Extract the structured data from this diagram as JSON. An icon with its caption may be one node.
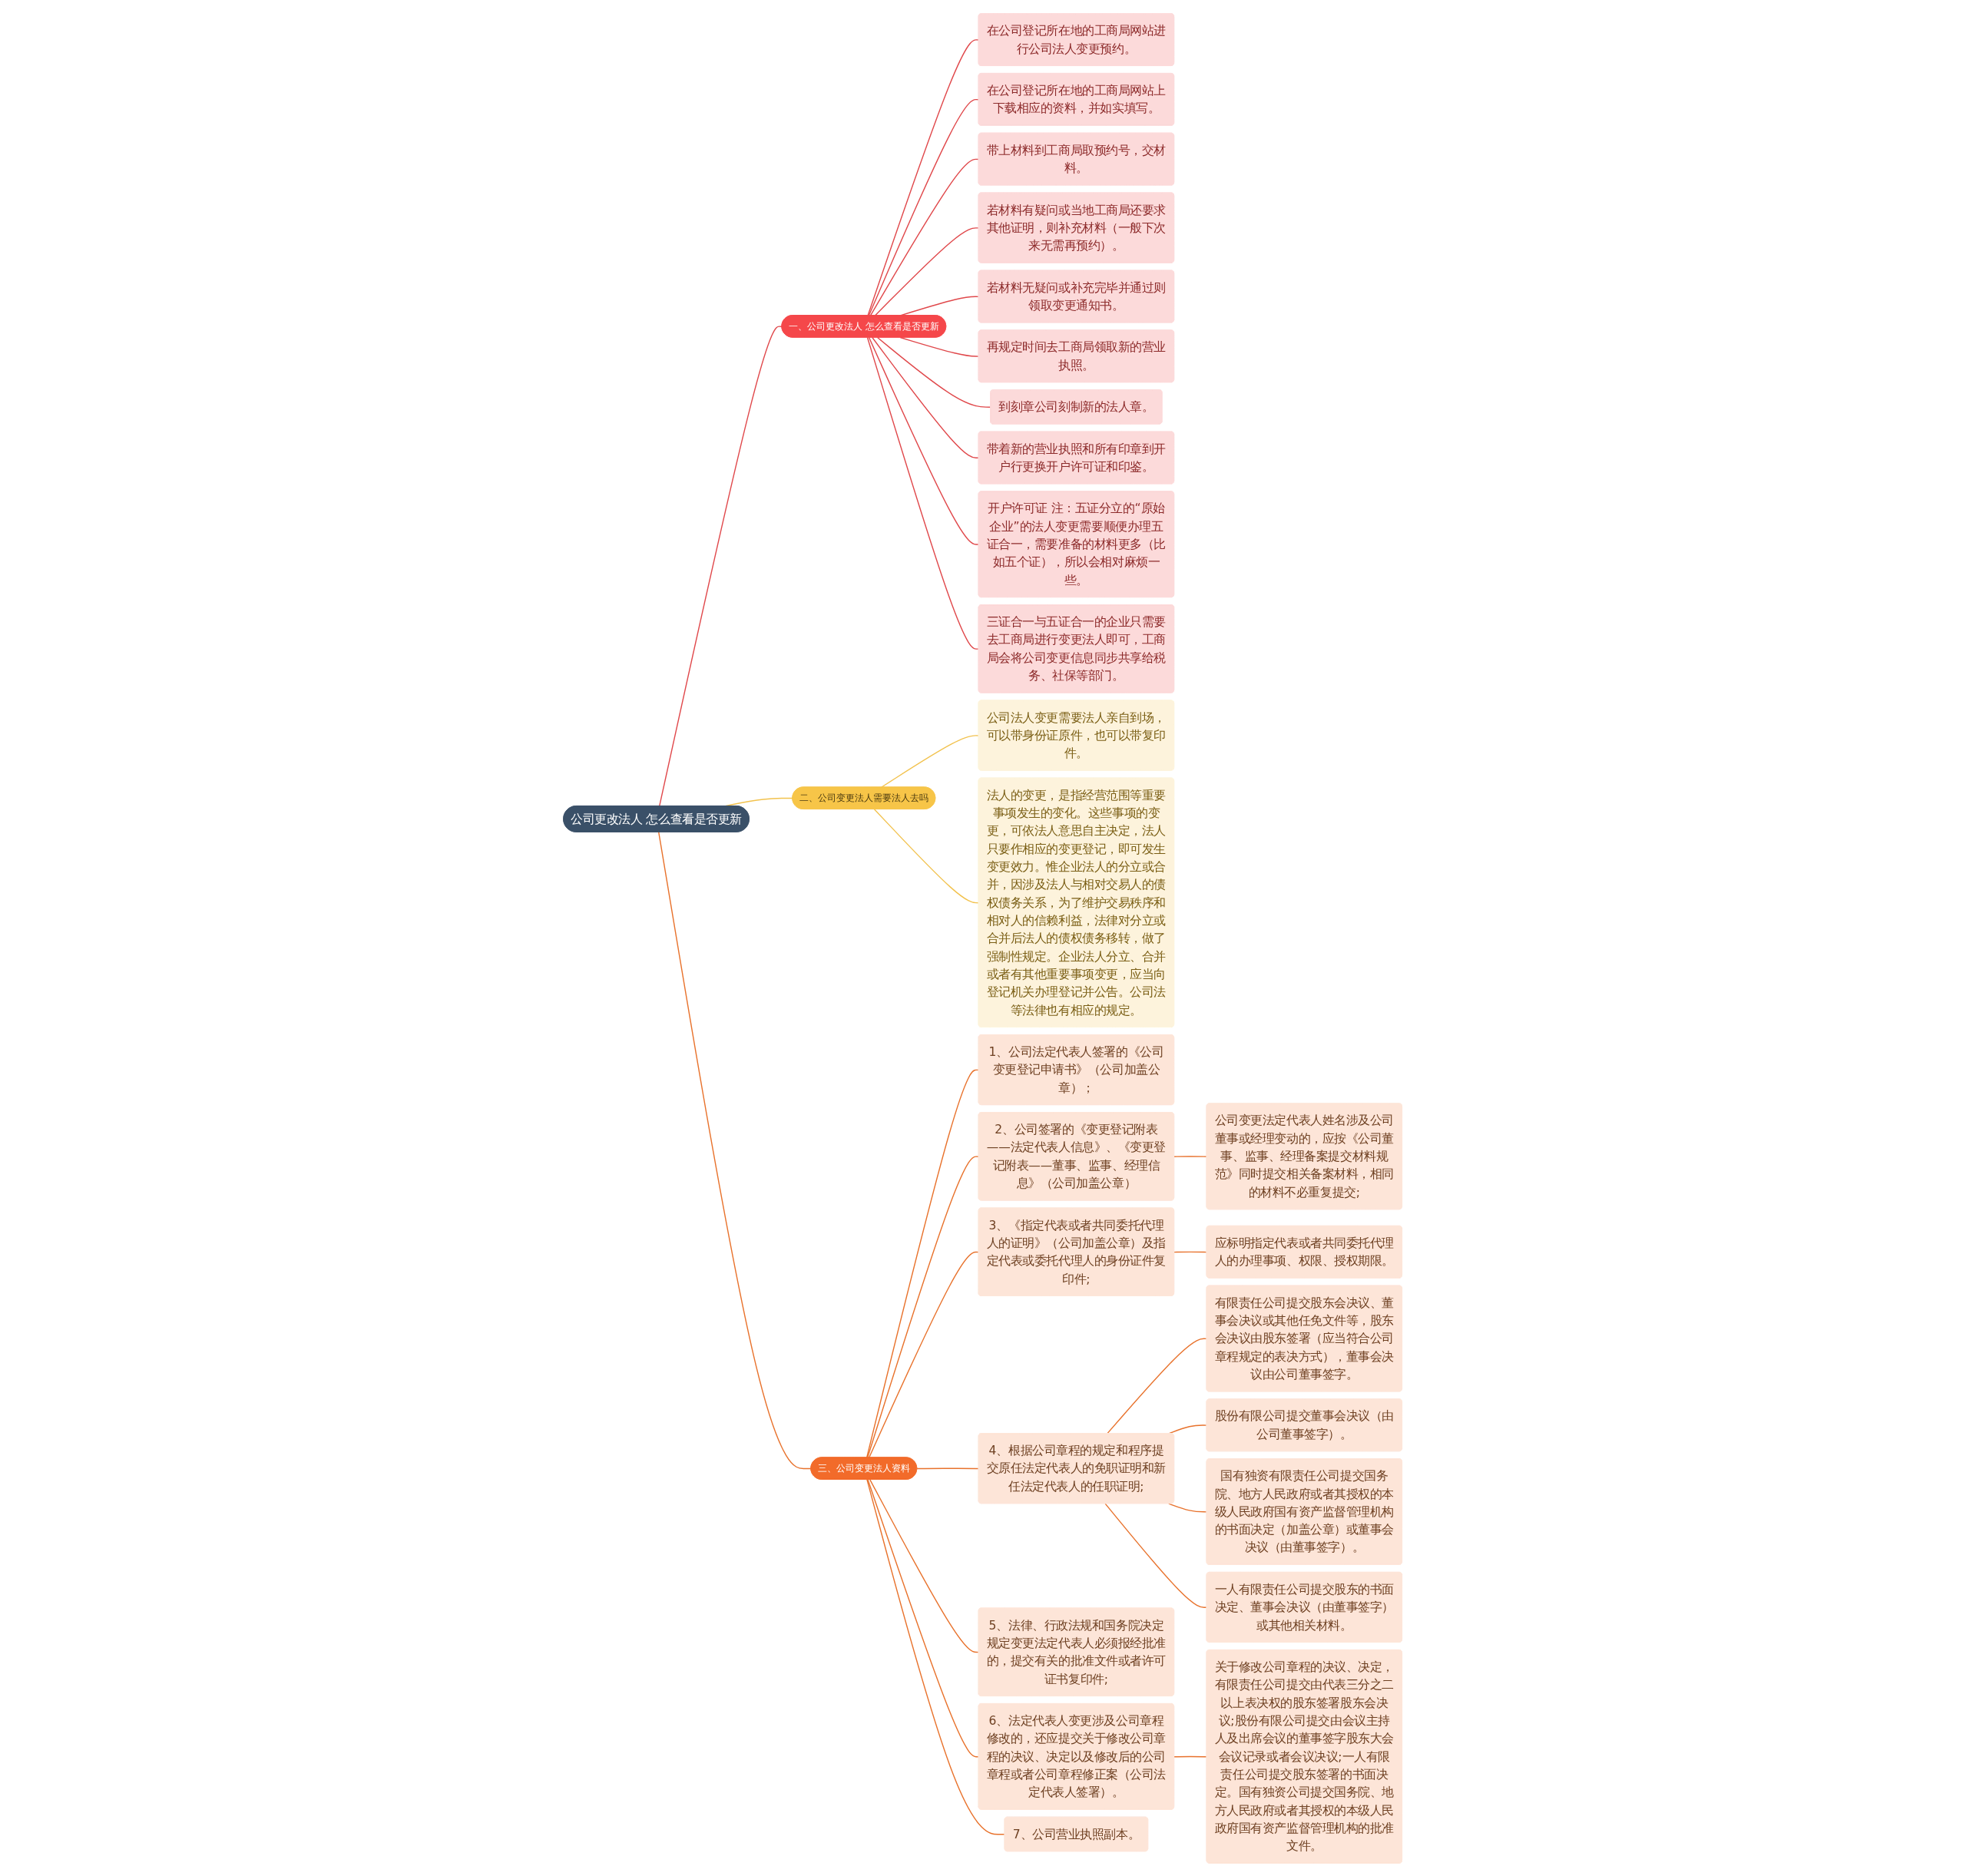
{
  "diagram": {
    "nodes": [
      {
        "text": [
          "公司更改法人 怎么查看是否更新"
        ]
      },
      {
        "text": [
          "一、公司更改法人 怎么查看是否更新"
        ]
      },
      {
        "text": [
          "在公司登记所在地的工商局网站进行公司法人变更预约。"
        ]
      },
      {
        "text": [
          "在公司登记所在地的工商局网站上下载相应的资料，并如实填写。"
        ]
      },
      {
        "text": [
          "带上材料到工商局取预约号，交材料。"
        ]
      },
      {
        "text": [
          "若材料有疑问或当地工商局还要求其他证明，则补充材料（一般下次来无需再预约）。"
        ]
      },
      {
        "text": [
          "若材料无疑问或补充完毕并通过则领取变更通知书。"
        ]
      },
      {
        "text": [
          "再规定时间去工商局领取新的营业执照。"
        ]
      },
      {
        "text": [
          "到刻章公司刻制新的法人章。"
        ]
      },
      {
        "text": [
          "带着新的营业执照和所有印章到开户行更换开户许可证和印鉴。"
        ]
      },
      {
        "text": [
          "开户许可证 注：五证分立的“原始企业”的法人变更需要顺便办理五证合一，需要准备的材料更多（比如五个证），所以会相对麻烦一些。"
        ]
      },
      {
        "text": [
          "三证合一与五证合一的企业只需要去工商局进行变更法人即可，工商局会将公司变更信息同步共享给税务、社保等部门。"
        ]
      },
      {
        "text": [
          "二、公司变更法人需要法人去吗"
        ]
      },
      {
        "text": [
          "公司法人变更需要法人亲自到场，可以带身份证原件，也可以带复印件。"
        ]
      },
      {
        "text": [
          "法人的变更，是指经营范围等重要事项发生的变化。这些事项的变更，可依法人意思自主决定，法人只要作相应的变更登记，即可发生变更效力。惟企业法人的分立或合并，因涉及法人与相对交易人的债权债务关系，为了维护交易秩序和相对人的信赖利益，法律对分立或合并后法人的债权债务移转，做了强制性规定。企业法人分立、合并或者有其他重要事项变更，应当向登记机关办理登记并公告。公司法等法律也有相应的规定。"
        ]
      },
      {
        "text": [
          "三、公司变更法人资料"
        ]
      },
      {
        "text": [
          "1、公司法定代表人签署的《公司变更登记申请书》（公司加盖公章）；"
        ]
      },
      {
        "text": [
          "2、公司签署的《变更登记附表——法定代表人信息》、《变更登记附表——董事、监事、经理信息》（公司加盖公章）"
        ]
      },
      {
        "text": [
          "公司变更法定代表人姓名涉及公司董事或经理变动的，应按《公司董事、监事、经理备案提交材料规范》同时提交相关备案材料，相同的材料不必重复提交;"
        ]
      },
      {
        "text": [
          "3、《指定代表或者共同委托代理人的证明》（公司加盖公章）及指定代表或委托代理人的身份证件复印件;"
        ]
      },
      {
        "text": [
          "应标明指定代表或者共同委托代理人的办理事项、权限、授权期限。"
        ]
      },
      {
        "text": [
          "4、根据公司章程的规定和程序提交原任法定代表人的免职证明和新任法定代表人的任职证明;"
        ]
      },
      {
        "text": [
          "有限责任公司提交股东会决议、董事会决议或其他任免文件等，股东会决议由股东签署（应当符合公司章程规定的表决方式），董事会决议由公司董事签字。"
        ]
      },
      {
        "text": [
          "股份有限公司提交董事会决议（由公司董事签字）。"
        ]
      },
      {
        "text": [
          "国有独资有限责任公司提交国务院、地方人民政府或者其授权的本级人民政府国有资产监督管理机构的书面决定（加盖公章）或董事会决议（由董事签字）。"
        ]
      },
      {
        "text": [
          "一人有限责任公司提交股东的书面决定、董事会决议（由董事签字）或其他相关材料。"
        ]
      },
      {
        "text": [
          "5、法律、行政法规和国务院决定规定变更法定代表人必须报经批准的，提交有关的批准文件或者许可证书复印件;"
        ]
      },
      {
        "text": [
          "6、法定代表人变更涉及公司章程修改的，还应提交关于修改公司章程的决议、决定以及修改后的公司章程或者公司章程修正案（公司法定代表人签署）。"
        ]
      },
      {
        "text": [
          "关于修改公司章程的决议、决定，有限责任公司提交由代表三分之二以上表决权的股东签署股东会决议;股份有限公司提交由会议主持人及出席会议的董事签字股东大会会议记录或者会议决议;一人有限责任公司提交股东签署的书面决定。国有独资公司提交国务院、地方人民政府或者其授权的本级人民政府国有资产监督管理机构的批准文件。"
        ]
      },
      {
        "text": [
          "7、公司营业执照副本。"
        ]
      }
    ],
    "edges": [
      {
        "from": 0,
        "to": 1,
        "arrow": "none",
        "color": "#e0484b"
      },
      {
        "from": 1,
        "to": 2,
        "arrow": "none",
        "color": "#e0484b"
      },
      {
        "from": 1,
        "to": 3,
        "arrow": "none",
        "color": "#e0484b"
      },
      {
        "from": 1,
        "to": 4,
        "arrow": "none",
        "color": "#e0484b"
      },
      {
        "from": 1,
        "to": 5,
        "arrow": "none",
        "color": "#e0484b"
      },
      {
        "from": 1,
        "to": 6,
        "arrow": "none",
        "color": "#e0484b"
      },
      {
        "from": 1,
        "to": 7,
        "arrow": "none",
        "color": "#e0484b"
      },
      {
        "from": 1,
        "to": 8,
        "arrow": "none",
        "color": "#e0484b"
      },
      {
        "from": 1,
        "to": 9,
        "arrow": "none",
        "color": "#e0484b"
      },
      {
        "from": 1,
        "to": 10,
        "arrow": "none",
        "color": "#e0484b"
      },
      {
        "from": 1,
        "to": 11,
        "arrow": "none",
        "color": "#e0484b"
      },
      {
        "from": 0,
        "to": 12,
        "arrow": "none",
        "color": "#f2c24e"
      },
      {
        "from": 12,
        "to": 13,
        "arrow": "none",
        "color": "#f2c24e"
      },
      {
        "from": 12,
        "to": 14,
        "arrow": "none",
        "color": "#f2c24e"
      },
      {
        "from": 0,
        "to": 15,
        "arrow": "none"
      },
      {
        "from": 15,
        "to": 16,
        "arrow": "none"
      },
      {
        "from": 15,
        "to": 17,
        "arrow": "none"
      },
      {
        "from": 17,
        "to": 18,
        "arrow": "none"
      },
      {
        "from": 15,
        "to": 19,
        "arrow": "none"
      },
      {
        "from": 19,
        "to": 20,
        "arrow": "none"
      },
      {
        "from": 15,
        "to": 21,
        "arrow": "none"
      },
      {
        "from": 21,
        "to": 22,
        "arrow": "none"
      },
      {
        "from": 21,
        "to": 23,
        "arrow": "none"
      },
      {
        "from": 21,
        "to": 24,
        "arrow": "none"
      },
      {
        "from": 21,
        "to": 25,
        "arrow": "none"
      },
      {
        "from": 15,
        "to": 26,
        "arrow": "none"
      },
      {
        "from": 15,
        "to": 27,
        "arrow": "none"
      },
      {
        "from": 27,
        "to": 28,
        "arrow": "none"
      },
      {
        "from": 15,
        "to": 29,
        "arrow": "none"
      }
    ]
  }
}
